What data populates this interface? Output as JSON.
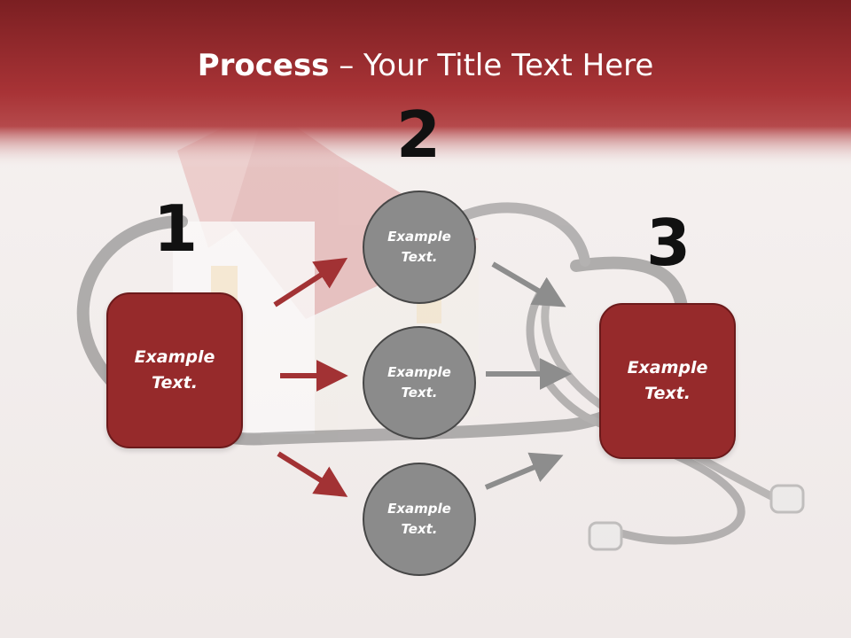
{
  "slide": {
    "title_bold": "Process",
    "title_rest": " – Your Title Text Here"
  },
  "steps": {
    "one": "1",
    "two": "2",
    "three": "3"
  },
  "boxes": {
    "left_text": "Example Text.",
    "right_text": "Example Text."
  },
  "circles": {
    "top_text": "Example Text.",
    "middle_text": "Example Text.",
    "bottom_text": "Example Text."
  },
  "colors": {
    "header_red": "#a83336",
    "box_red": "#962a2b",
    "arrow_red": "#a23234",
    "circle_gray": "#8b8b8b",
    "arrow_gray": "#8d8d8d"
  },
  "background_image": "house-and-stethoscope"
}
